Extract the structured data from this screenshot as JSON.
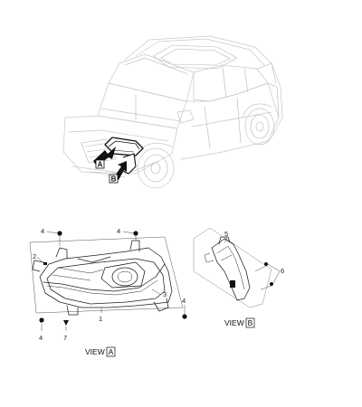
{
  "callouts": {
    "n1": "1",
    "n2": "2",
    "n3": "3",
    "n4a": "4",
    "n4b": "4",
    "n4c": "4",
    "n4d": "4",
    "n5": "5",
    "n6": "6",
    "n7": "7"
  },
  "car_markers": {
    "a": "A",
    "b": "B"
  },
  "views": {
    "a_prefix": "VIEW",
    "a_letter": "A",
    "b_prefix": "VIEW",
    "b_letter": "B"
  }
}
